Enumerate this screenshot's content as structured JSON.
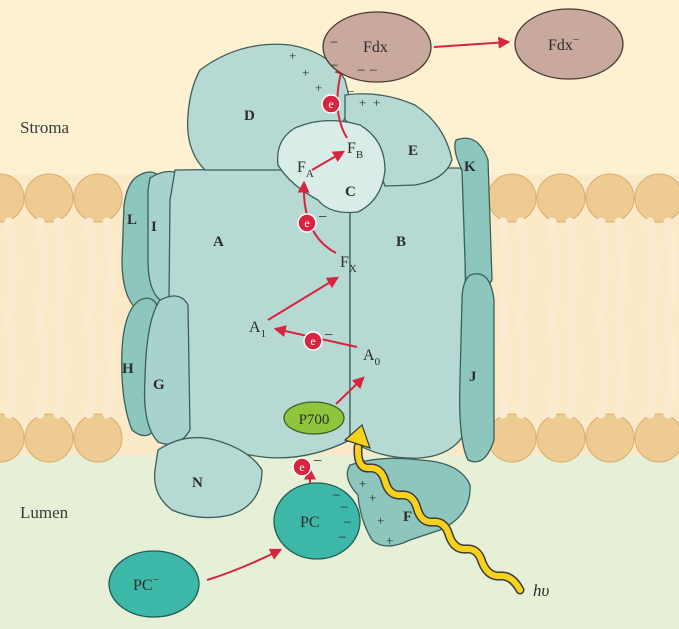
{
  "regions": {
    "stroma": "Stroma",
    "lumen": "Lumen"
  },
  "subunits": {
    "A": "A",
    "B": "B",
    "C": "C",
    "D": "D",
    "E": "E",
    "F": "F",
    "G": "G",
    "H": "H",
    "I": "I",
    "J": "J",
    "K": "K",
    "L": "L",
    "N": "N"
  },
  "cofactors": {
    "p700": "P700",
    "a0": "A",
    "a0_sub": "0",
    "a1": "A",
    "a1_sub": "1",
    "fx": "F",
    "fx_sub": "X",
    "fa": "F",
    "fa_sub": "A",
    "fb": "F",
    "fb_sub": "B"
  },
  "carriers": {
    "fdx": "Fdx",
    "fdx_reduced": "Fdx",
    "fdx_reduced_sup": "−",
    "pc": "PC",
    "pc_reduced": "PC",
    "pc_reduced_sup": "−"
  },
  "electron_symbol": "e",
  "electron_charge": "−",
  "light": {
    "h": "h",
    "nu": "υ"
  },
  "colors": {
    "stroma_bg": "#fdf1d2",
    "lumen_bg": "#e6f0d6",
    "lipid_head": "#efcb94",
    "lipid_tail": "#fbebd0",
    "protein_main": "#b6d9d3",
    "protein_dark": "#8cc6bd",
    "protein_light": "#d9ece8",
    "fdx": "#c9a89d",
    "pc": "#3db7a8",
    "p700": "#8fc43d",
    "arrow": "#d8243f",
    "photon": "#f7d21c"
  }
}
